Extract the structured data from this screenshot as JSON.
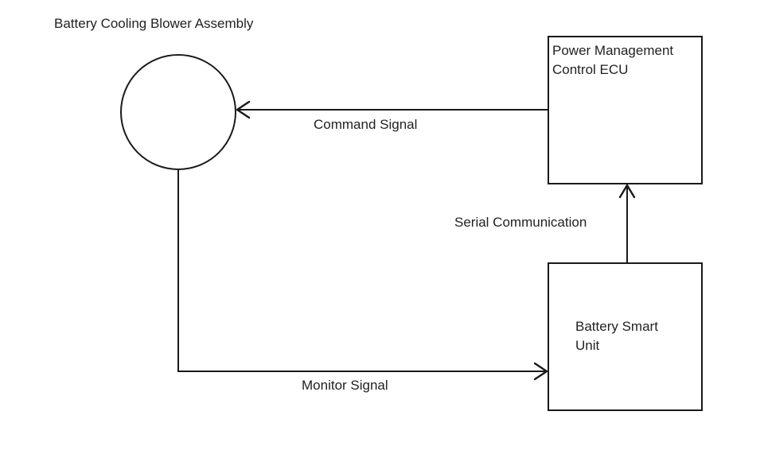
{
  "nodes": {
    "blower": {
      "label": "Battery Cooling Blower Assembly"
    },
    "ecu": {
      "label_lines": [
        "Power Management",
        "Control ECU"
      ]
    },
    "smart_unit": {
      "label_lines": [
        "Battery Smart",
        "Unit"
      ]
    }
  },
  "edges": {
    "command": {
      "label": "Command Signal",
      "from": "ecu",
      "to": "blower"
    },
    "serial": {
      "label": "Serial Communication",
      "from": "smart_unit",
      "to": "ecu"
    },
    "monitor": {
      "label": "Monitor Signal",
      "from": "blower",
      "to": "smart_unit"
    }
  }
}
